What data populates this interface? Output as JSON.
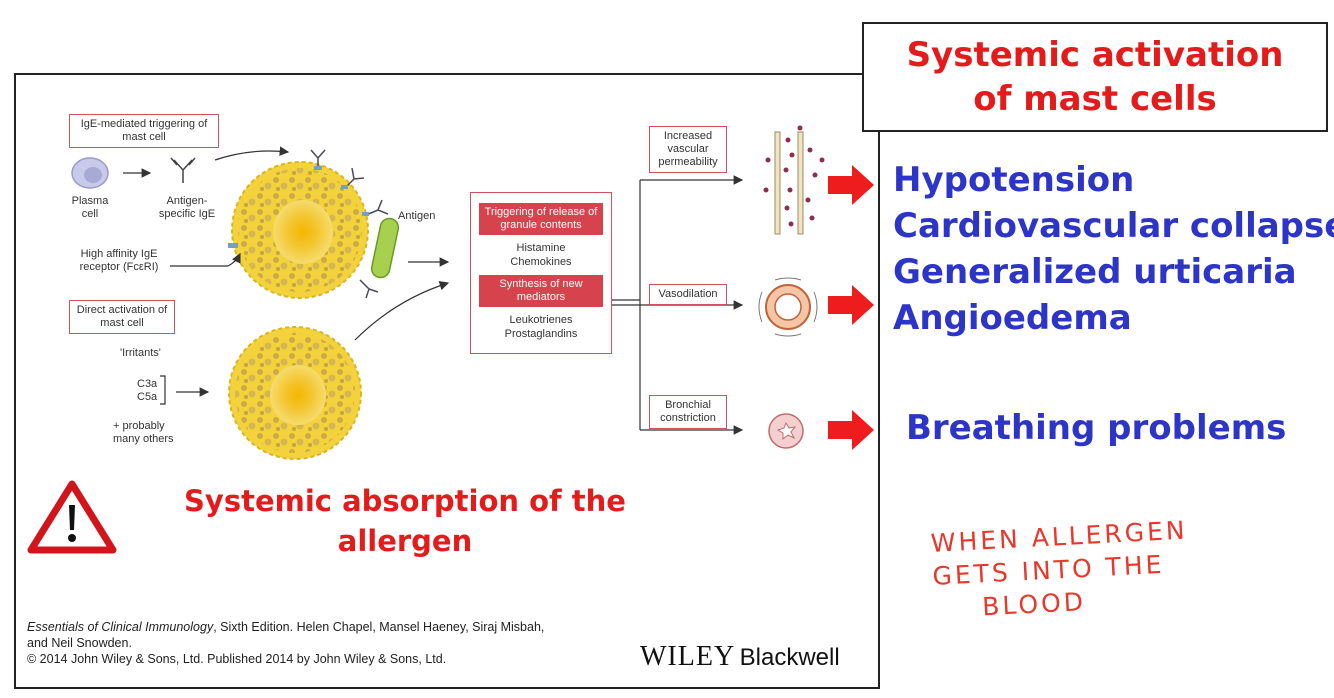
{
  "title": "Systemic activation of mast cells",
  "diagram": {
    "ige_header": "IgE-mediated triggering of mast cell",
    "plasma_cell": "Plasma cell",
    "antigen_specific_ige": "Antigen-specific IgE",
    "antigen": "Antigen",
    "receptor": "High affinity IgE receptor (FcεRI)",
    "direct_header": "Direct activation of mast cell",
    "irritants": "'Irritants'",
    "c3a": "C3a",
    "c5a": "C5a",
    "probably": "+ probably many others",
    "triggering_release": "Triggering of release of granule contents",
    "histamine": "Histamine",
    "chemokines": "Chemokines",
    "synthesis": "Synthesis of new mediators",
    "leukotrienes": "Leukotrienes",
    "prostaglandins": "Prostaglandins",
    "vascular": "Increased vascular permeability",
    "vasodilation": "Vasodilation",
    "bronchial": "Bronchial constriction"
  },
  "effects": {
    "hypotension": "Hypotension",
    "collapse": "Cardiovascular collapse",
    "urticaria": "Generalized urticaria",
    "angioedema": "Angioedema",
    "breathing": "Breathing problems"
  },
  "absorption_line1": "Systemic absorption of the",
  "absorption_line2": "allergen",
  "handwritten": {
    "line1": "WHEN ALLERGEN",
    "line2": "GETS INTO THE",
    "line3": "BLOOD"
  },
  "citation": {
    "book": "Essentials of Clinical Immunology",
    "rest": ", Sixth Edition. Helen Chapel, Mansel Haeney, Siraj Misbah,",
    "line2": "and Neil Snowden.",
    "line3": "© 2014 John Wiley & Sons, Ltd. Published 2014 by John Wiley & Sons, Ltd."
  },
  "publisher": {
    "wiley": "WILEY",
    "blackwell": "Blackwell"
  },
  "colors": {
    "title_red": "#e31b1b",
    "effect_blue": "#2d35c8",
    "arrow_red": "#ee1c1c",
    "box_border": "#d4505a",
    "mast_cell_yellow": "#f3d23c"
  }
}
